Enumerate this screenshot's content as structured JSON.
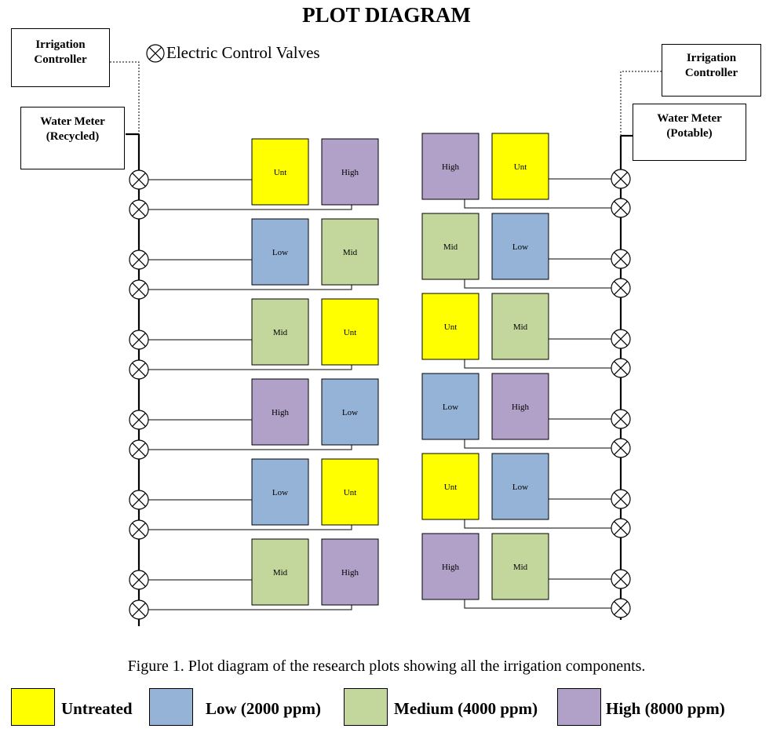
{
  "title": "PLOT DIAGRAM",
  "left_controller": {
    "line1": "Irrigation",
    "line2": "Controller"
  },
  "left_meter": {
    "line1": "Water Meter",
    "line2": "(Recycled)"
  },
  "right_controller": {
    "line1": "Irrigation",
    "line2": "Controller"
  },
  "right_meter": {
    "line1": "Water Meter",
    "line2": "(Potable)"
  },
  "valve_legend": "Electric Control Valves",
  "caption": "Figure 1.  Plot diagram of the research plots showing all the irrigation components.",
  "colors": {
    "Unt": "#ffff00",
    "Low": "#95b3d7",
    "Mid": "#c3d69b",
    "High": "#b1a0c7"
  },
  "legend": [
    {
      "key": "Unt",
      "label": "Untreated"
    },
    {
      "key": "Low",
      "label": "Low (2000 ppm)"
    },
    {
      "key": "Mid",
      "label": "Medium (4000 ppm)"
    },
    {
      "key": "High",
      "label": "High (8000 ppm)"
    }
  ],
  "plots": {
    "left": [
      [
        "Unt",
        "High"
      ],
      [
        "Low",
        "Mid"
      ],
      [
        "Mid",
        "Unt"
      ],
      [
        "High",
        "Low"
      ],
      [
        "Low",
        "Unt"
      ],
      [
        "Mid",
        "High"
      ]
    ],
    "right": [
      [
        "High",
        "Unt"
      ],
      [
        "Mid",
        "Low"
      ],
      [
        "Unt",
        "Mid"
      ],
      [
        "Low",
        "High"
      ],
      [
        "Unt",
        "Low"
      ],
      [
        "High",
        "Mid"
      ]
    ]
  }
}
